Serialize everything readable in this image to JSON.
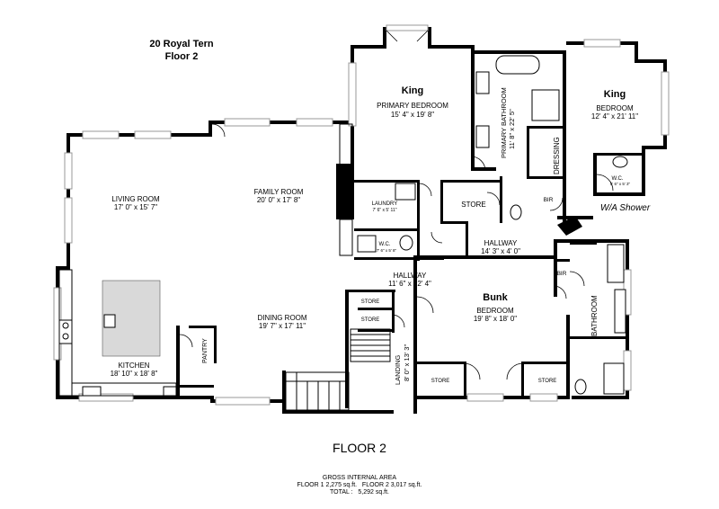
{
  "header": {
    "line1": "20 Royal Tern",
    "line2": "Floor 2"
  },
  "rooms": {
    "primary_bedroom": {
      "tag": "King",
      "name": "PRIMARY BEDROOM",
      "dims": "15' 4\" x 19' 8\""
    },
    "primary_bathroom": {
      "name": "PRIMARY BATHROOM",
      "dims": "11' 8\" x 22' 5\""
    },
    "dressing": {
      "name": "DRESSING"
    },
    "king_bedroom": {
      "tag": "King",
      "name": "BEDROOM",
      "dims": "12' 4\" x 21' 11\""
    },
    "wc_king": {
      "name": "W.C.",
      "dims": "5' 6\" x 5' 3\""
    },
    "wa_shower": {
      "name": "W/A Shower"
    },
    "living_room": {
      "name": "LIVING ROOM",
      "dims": "17' 0\" x 15' 7\""
    },
    "family_room": {
      "name": "FAMILY ROOM",
      "dims": "20' 0\" x 17' 8\""
    },
    "laundry": {
      "name": "LAUNDRY",
      "dims": "7' 6\" x 5' 11\""
    },
    "wc_laundry": {
      "name": "W.C.",
      "dims": "7' 6\" x 5' 8\""
    },
    "store_top": {
      "name": "STORE"
    },
    "bir_top": {
      "name": "BIR"
    },
    "hallway_upper": {
      "name": "HALLWAY",
      "dims": "14' 3\" x 4' 0\""
    },
    "hallway_lower": {
      "name": "HALLWAY",
      "dims": "11' 6\" x 12' 4\""
    },
    "store_small1": {
      "name": "STORE"
    },
    "store_small2": {
      "name": "STORE"
    },
    "bunk_bedroom": {
      "tag": "Bunk",
      "name": "BEDROOM",
      "dims": "19' 8\" x 18' 0\""
    },
    "bir_bunk": {
      "name": "BIR"
    },
    "bathroom": {
      "name": "BATHROOM"
    },
    "store_bunk_left": {
      "name": "STORE"
    },
    "store_bunk_right": {
      "name": "STORE"
    },
    "dining_room": {
      "name": "DINING ROOM",
      "dims": "19' 7\" x 17' 11\""
    },
    "pantry": {
      "name": "PANTRY"
    },
    "kitchen": {
      "name": "KITCHEN",
      "dims": "18' 10\" x 18' 8\""
    },
    "landing": {
      "name": "LANDING",
      "dims": "8' 0\" x 13' 3\""
    }
  },
  "footer": {
    "floor_title": "FLOOR 2",
    "area_title": "GROSS INTERNAL AREA",
    "area_line": "FLOOR 1 2,275 sq.ft.   FLOOR 2 3,017 sq.ft.",
    "total_line": "TOTAL :   5,292 sq.ft."
  }
}
